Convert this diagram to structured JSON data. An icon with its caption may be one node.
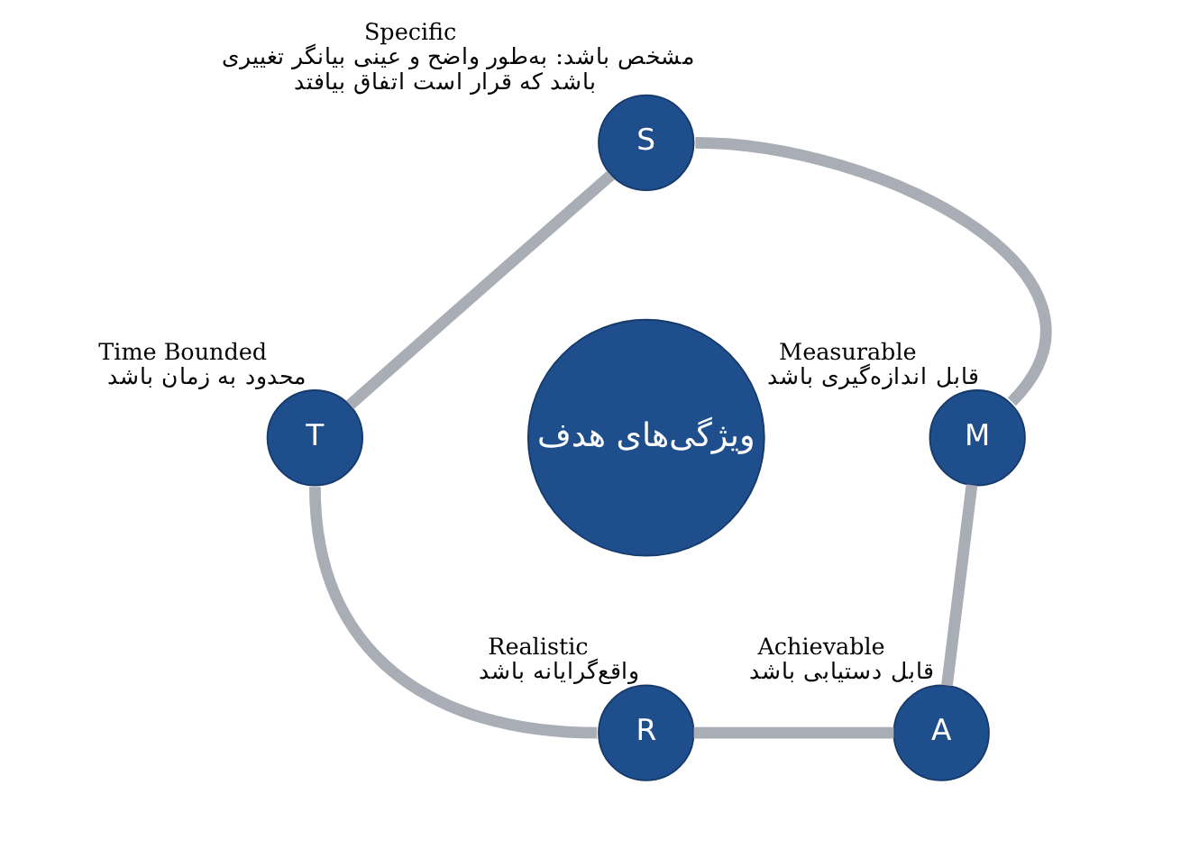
{
  "diagram": {
    "nodes": [
      {
        "text": [
          "ویژگی‌های هدف"
        ]
      },
      {
        "text": [
          "S"
        ],
        "beside": [
          "Specific",
          "مشخص باشد: به‌طور واضح و عینی بیانگر تغییری باشد که قرار است اتفاق بیافتد"
        ]
      },
      {
        "text": [
          "M"
        ],
        "beside": [
          "Measurable",
          "قابل اندازه‌گیری باشد"
        ]
      },
      {
        "text": [
          "A"
        ],
        "beside": [
          "Achievable",
          "قابل دستیابی باشد"
        ]
      },
      {
        "text": [
          "R"
        ],
        "beside": [
          "Realistic",
          "واقع‌گرایانه باشد"
        ]
      },
      {
        "text": [
          "T"
        ],
        "beside": [
          "Time Bounded",
          "محدود به زمان باشد"
        ]
      }
    ],
    "edges": [
      {
        "from": 1,
        "to": 2,
        "arrow": "none"
      },
      {
        "from": 2,
        "to": 3,
        "arrow": "none"
      },
      {
        "from": 3,
        "to": 4,
        "arrow": "none"
      },
      {
        "from": 4,
        "to": 5,
        "arrow": "none"
      },
      {
        "from": 5,
        "to": 1,
        "arrow": "none"
      }
    ]
  }
}
